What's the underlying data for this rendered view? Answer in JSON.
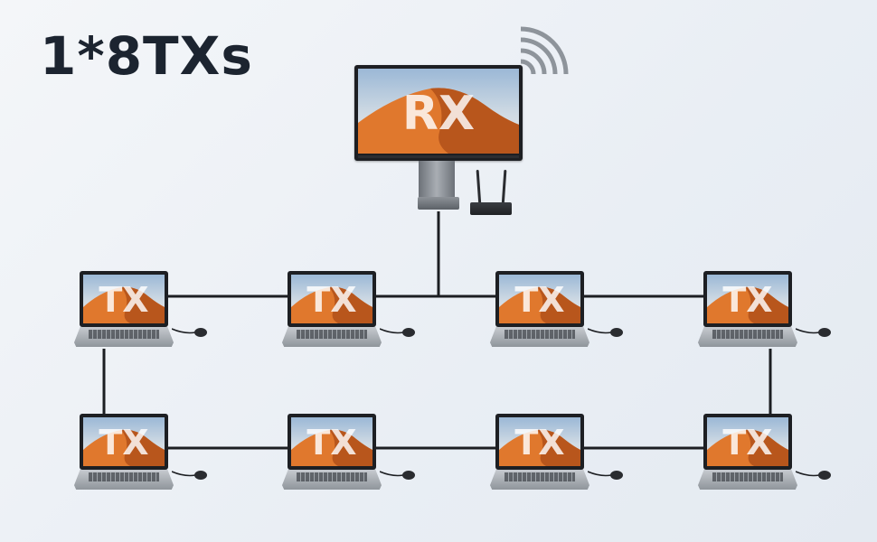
{
  "title": "1*8TXs",
  "receiver": {
    "label": "RX"
  },
  "transmitters": [
    {
      "label": "TX"
    },
    {
      "label": "TX"
    },
    {
      "label": "TX"
    },
    {
      "label": "TX"
    },
    {
      "label": "TX"
    },
    {
      "label": "TX"
    },
    {
      "label": "TX"
    },
    {
      "label": "TX"
    }
  ],
  "colors": {
    "title": "#1c2430",
    "cable": "#1c1e22",
    "dune": "#e0782d",
    "sky": "#9bb8d6"
  }
}
